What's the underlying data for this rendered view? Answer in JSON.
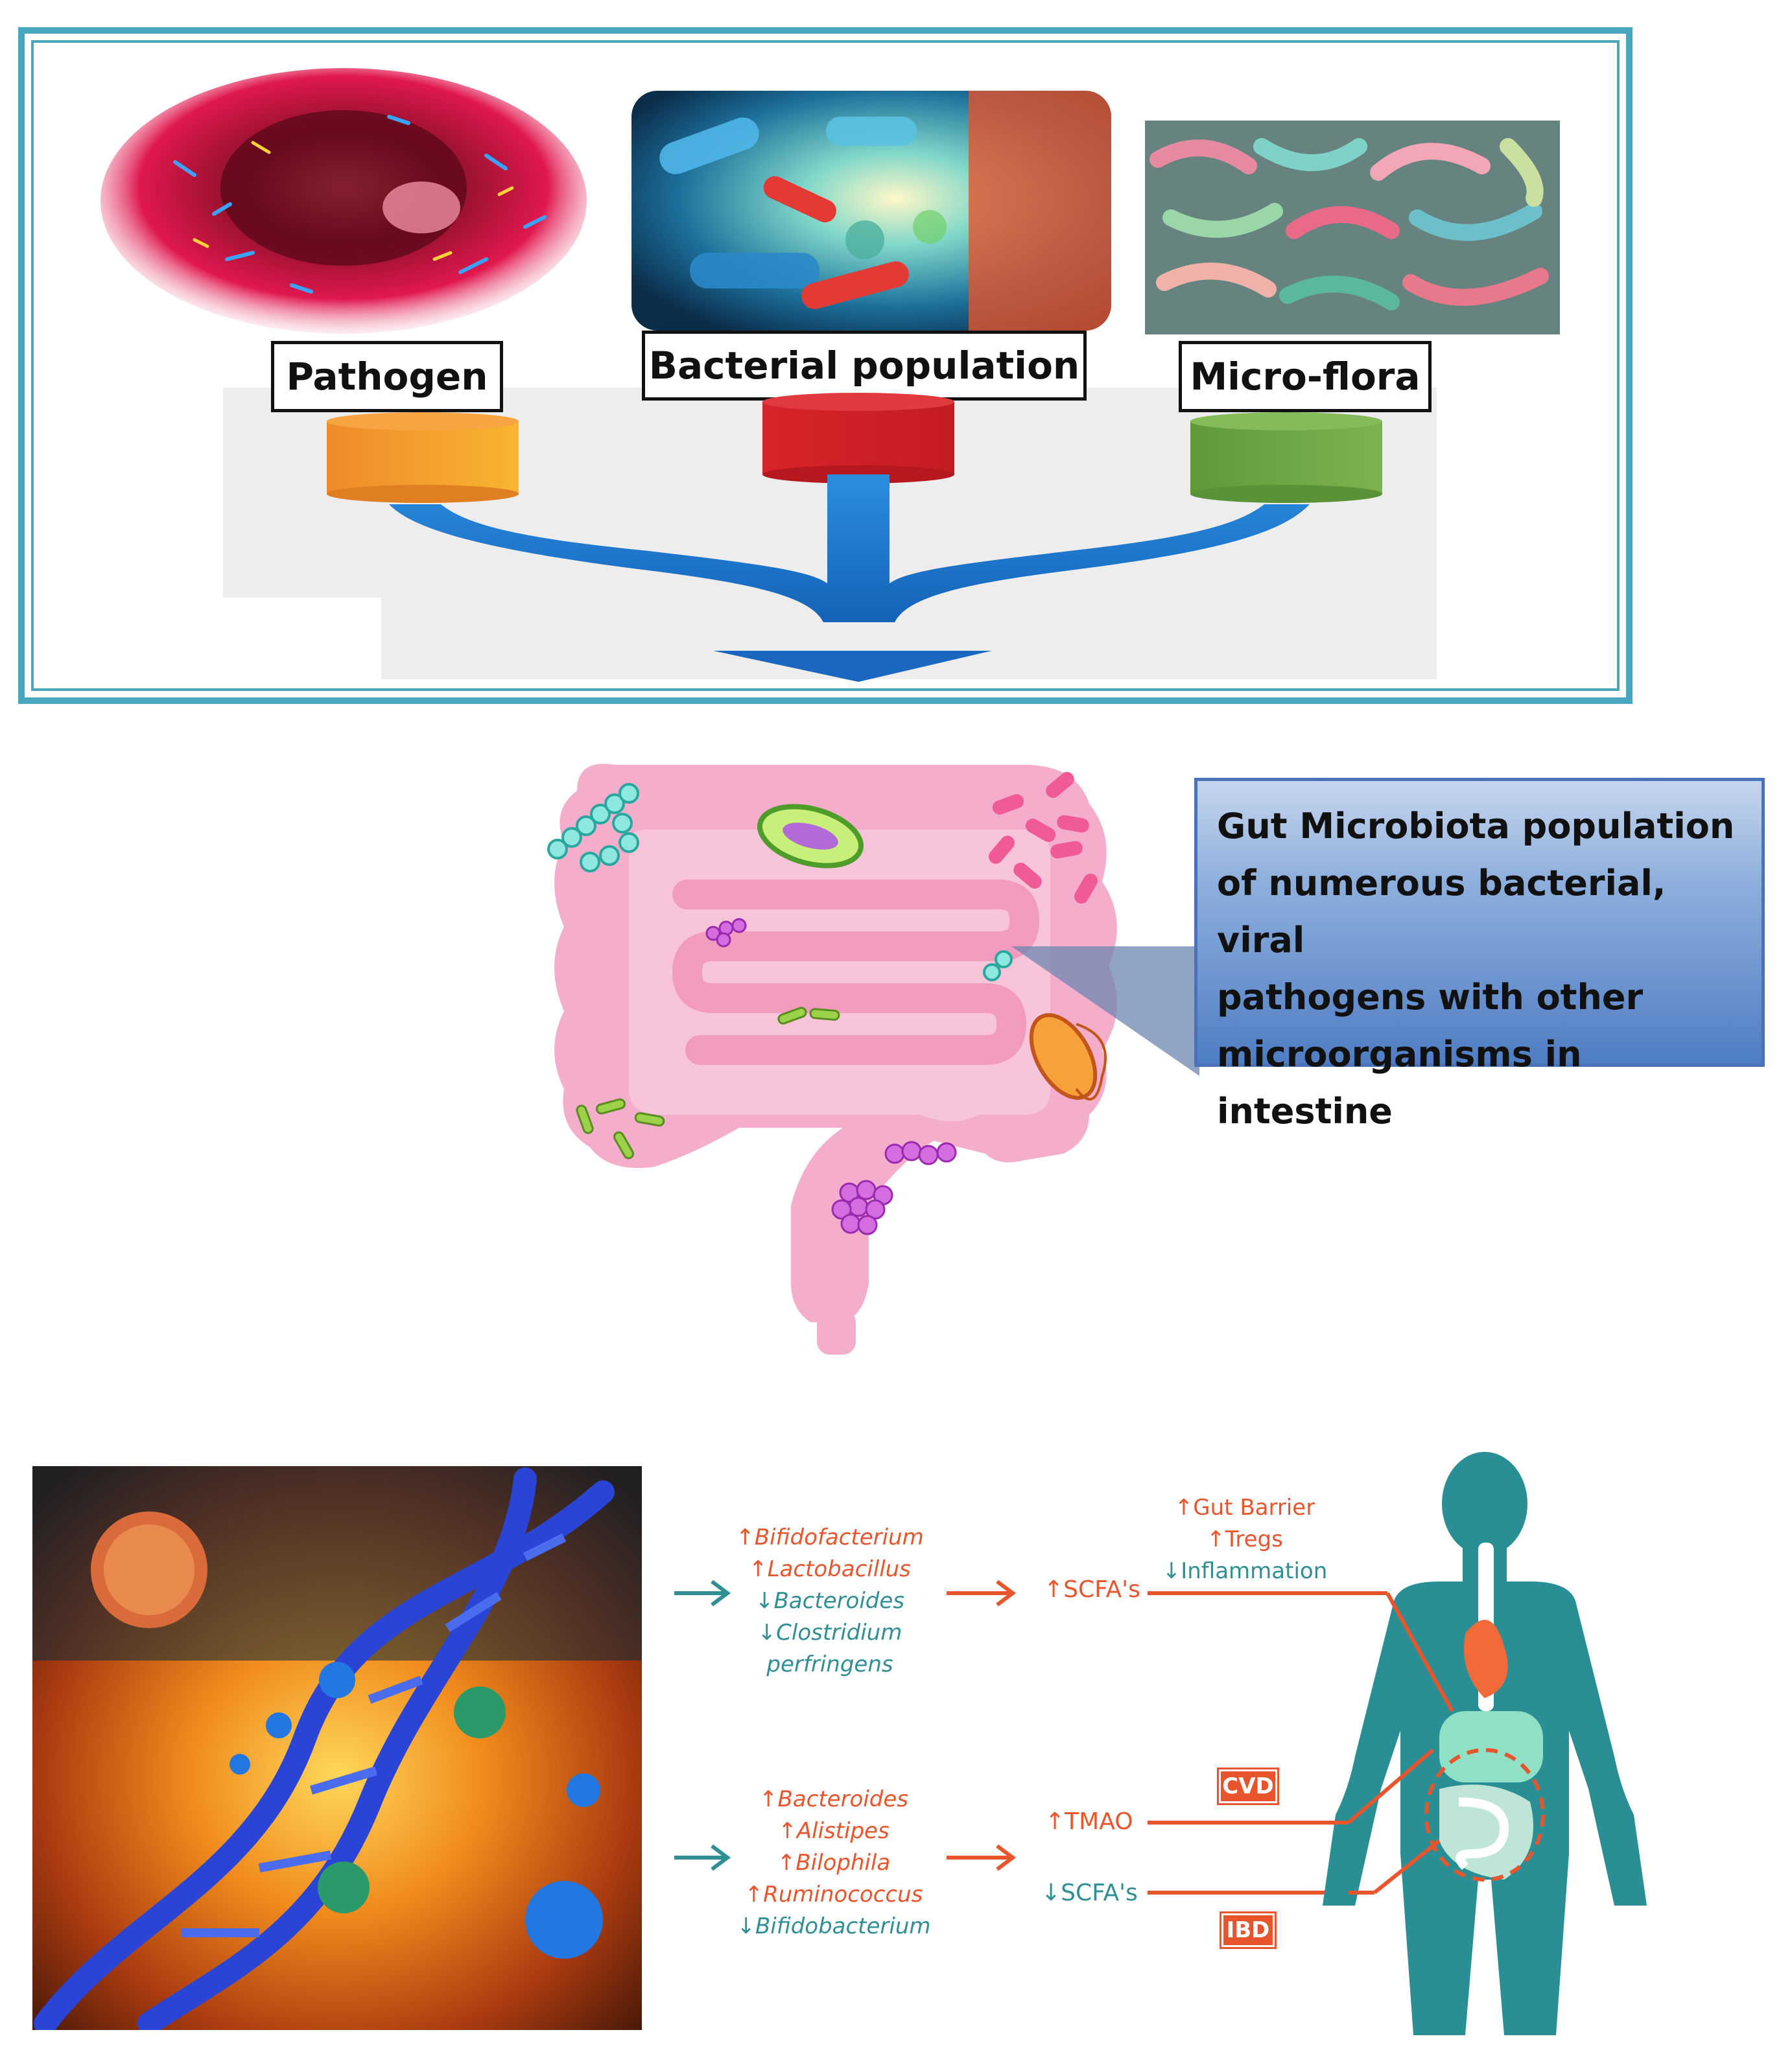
{
  "top_panel": {
    "labels": {
      "pathogen": "Pathogen",
      "bacterial_population": "Bacterial population",
      "micro_flora": "Micro-flora"
    }
  },
  "gut_callout": {
    "lines": [
      "Gut Microbiota population",
      "of numerous bacterial, viral",
      "pathogens with other",
      "microorganisms  in intestine"
    ]
  },
  "health_pathway": {
    "beneficial_genera": [
      "↑Bifidofacterium",
      "↑Lactobacillus",
      "↓Bacteroides",
      "↓Clostridium perfringens"
    ],
    "beneficial_metabolite": "↑SCFA's",
    "beneficial_effects": [
      "↑Gut Barrier",
      "↑Tregs",
      "↓Inflammation"
    ],
    "harmful_genera": [
      "↑Bacteroides",
      "↑Alistipes",
      "↑Bilophila",
      "↑Ruminococcus",
      "↓Bifidobacterium"
    ],
    "harmful_metabolite_1": "↑TMAO",
    "harmful_metabolite_2": "↓SCFA's",
    "disease_1": "CVD",
    "disease_2": "IBD"
  },
  "colors": {
    "frame": "#4aa6bd",
    "teal": "#2f8f93",
    "orange": "#e8552c",
    "gut_pink": "#f2a9c6",
    "body_teal": "#2a8f94"
  }
}
